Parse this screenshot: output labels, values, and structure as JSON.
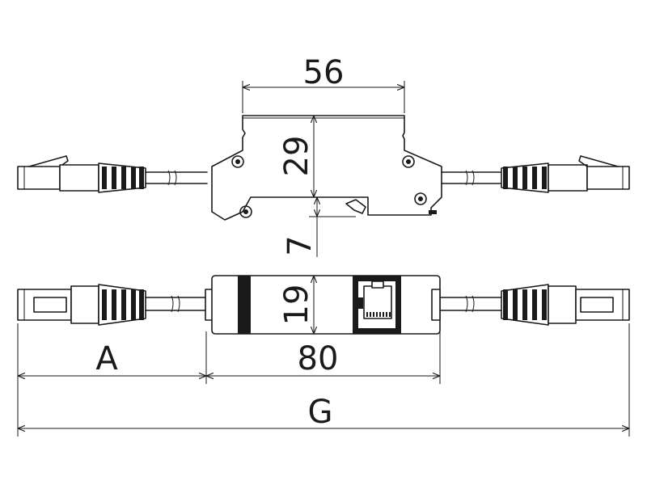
{
  "dimensions": {
    "top_width": "56",
    "top_height": "29",
    "top_rail": "7",
    "side_height": "19",
    "body_length": "80",
    "cable_a": "A",
    "total_g": "G"
  }
}
